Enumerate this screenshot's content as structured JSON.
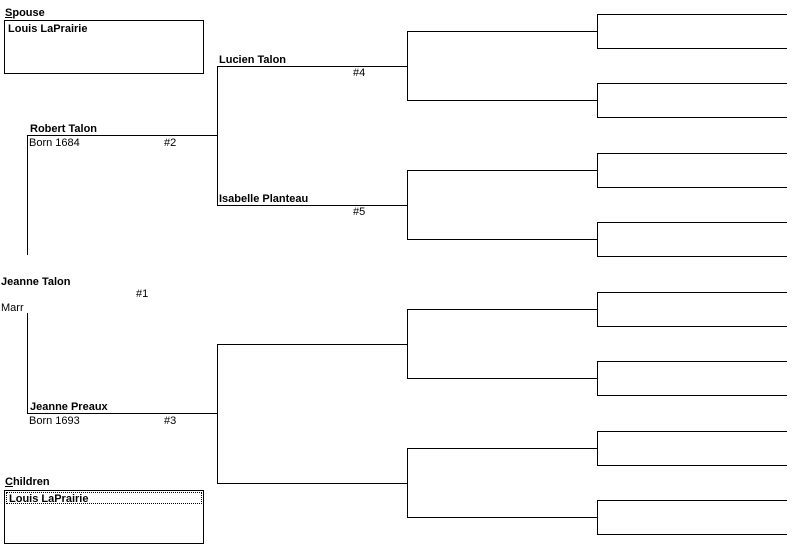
{
  "spouse": {
    "label": "Spouse",
    "name": "Louis LaPrairie"
  },
  "children": {
    "label": "Children",
    "items": [
      "Louis LaPrairie"
    ]
  },
  "person1": {
    "name": "Jeanne Talon",
    "number": "#1",
    "marriage": "Marr"
  },
  "person2": {
    "name": "Robert Talon",
    "birth": "Born 1684",
    "number": "#2"
  },
  "person3": {
    "name": "Jeanne Preaux",
    "birth": "Born 1693",
    "number": "#3"
  },
  "person4": {
    "name": "Lucien Talon",
    "number": "#4"
  },
  "person5": {
    "name": "Isabelle Planteau",
    "number": "#5"
  }
}
